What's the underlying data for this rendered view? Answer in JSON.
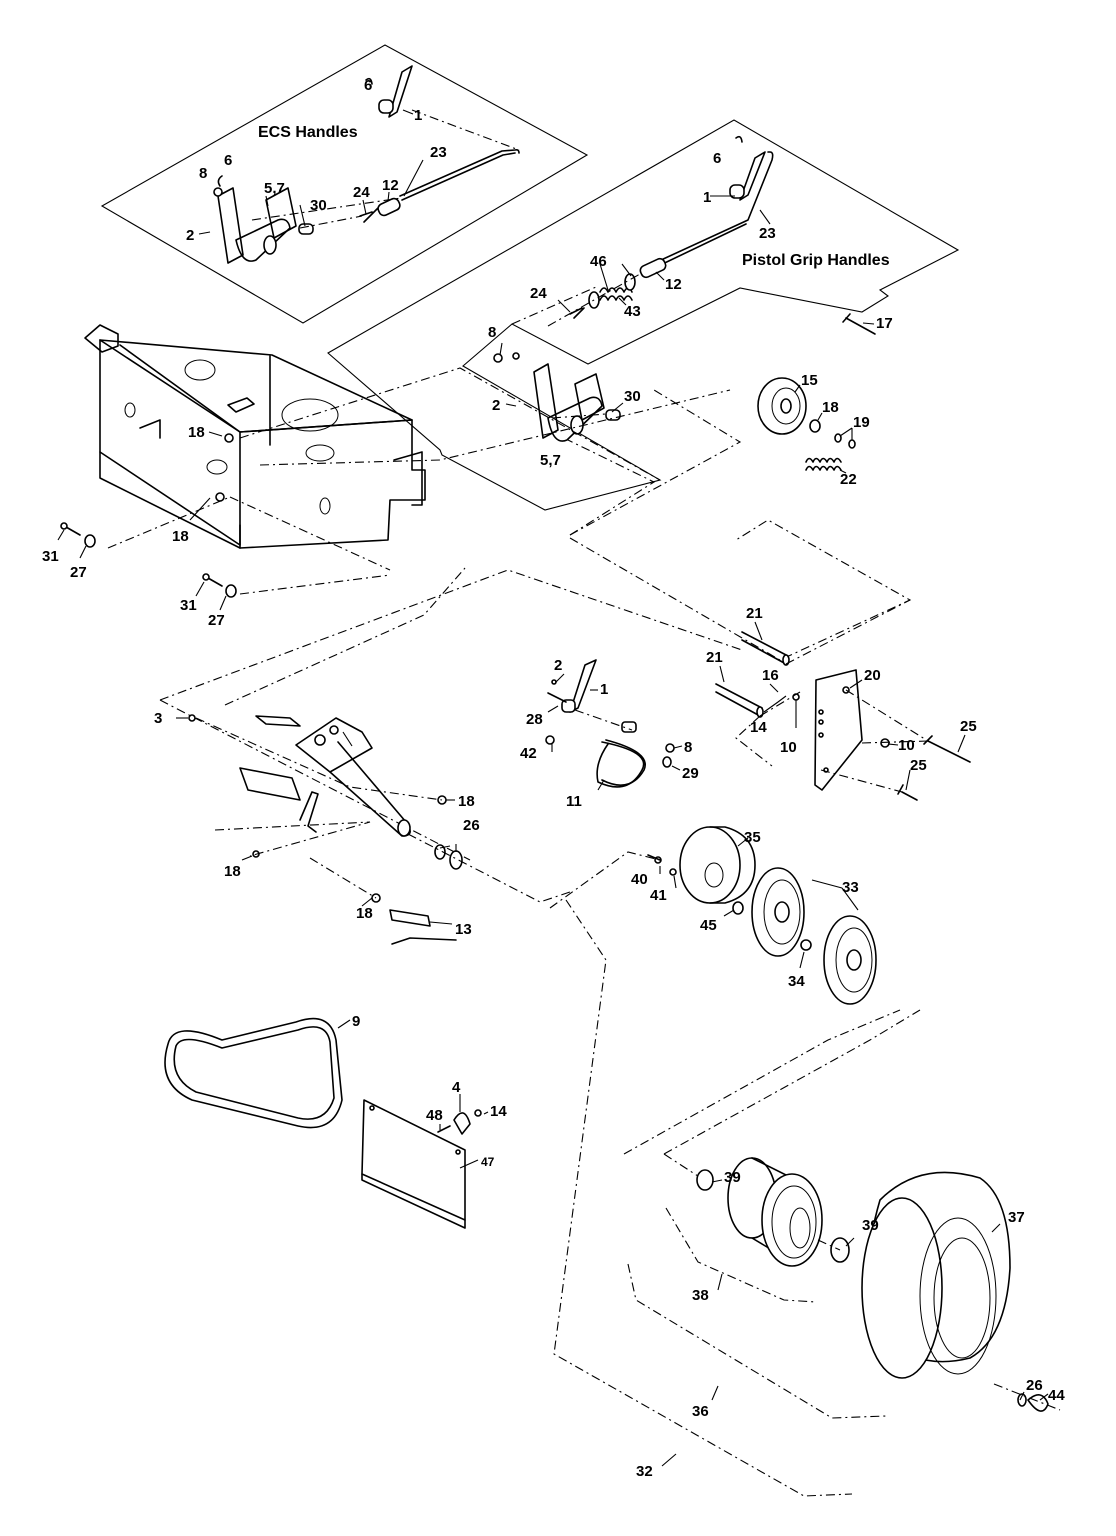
{
  "titles": {
    "ecs_handles": "ECS Handles",
    "pistol_grip_handles": "Pistol Grip Handles"
  },
  "callouts": [
    {
      "id": "ecs-1",
      "text": "1"
    },
    {
      "id": "ecs-2",
      "text": "2"
    },
    {
      "id": "ecs-5-7",
      "text": "5,7"
    },
    {
      "id": "ecs-6a",
      "text": "6"
    },
    {
      "id": "ecs-6b",
      "text": "6"
    },
    {
      "id": "ecs-8",
      "text": "8"
    },
    {
      "id": "ecs-12",
      "text": "12"
    },
    {
      "id": "ecs-23",
      "text": "23"
    },
    {
      "id": "ecs-24",
      "text": "24"
    },
    {
      "id": "ecs-30",
      "text": "30"
    },
    {
      "id": "pg-1",
      "text": "1"
    },
    {
      "id": "pg-6",
      "text": "6"
    },
    {
      "id": "pg-23",
      "text": "23"
    },
    {
      "id": "pg-46",
      "text": "46"
    },
    {
      "id": "pg-12",
      "text": "12"
    },
    {
      "id": "pg-24",
      "text": "24"
    },
    {
      "id": "pg-43",
      "text": "43"
    },
    {
      "id": "pg-8",
      "text": "8"
    },
    {
      "id": "pg-2",
      "text": "2"
    },
    {
      "id": "pg-30",
      "text": "30"
    },
    {
      "id": "pg-5-7",
      "text": "5,7"
    },
    {
      "id": "p-17",
      "text": "17"
    },
    {
      "id": "p-15",
      "text": "15"
    },
    {
      "id": "p-18-pulley",
      "text": "18"
    },
    {
      "id": "p-19",
      "text": "19"
    },
    {
      "id": "p-22",
      "text": "22"
    },
    {
      "id": "frame-18a",
      "text": "18"
    },
    {
      "id": "frame-18b",
      "text": "18"
    },
    {
      "id": "frame-31a",
      "text": "31"
    },
    {
      "id": "frame-27a",
      "text": "27"
    },
    {
      "id": "frame-31b",
      "text": "31"
    },
    {
      "id": "frame-27b",
      "text": "27"
    },
    {
      "id": "p-21a",
      "text": "21"
    },
    {
      "id": "p-21b",
      "text": "21"
    },
    {
      "id": "p-16",
      "text": "16"
    },
    {
      "id": "p-20",
      "text": "20"
    },
    {
      "id": "p-14a",
      "text": "14"
    },
    {
      "id": "p-10a",
      "text": "10"
    },
    {
      "id": "p-10b",
      "text": "10"
    },
    {
      "id": "p-25a",
      "text": "25"
    },
    {
      "id": "p-25b",
      "text": "25"
    },
    {
      "id": "brk-2",
      "text": "2"
    },
    {
      "id": "brk-1",
      "text": "1"
    },
    {
      "id": "brk-28",
      "text": "28"
    },
    {
      "id": "brk-42",
      "text": "42"
    },
    {
      "id": "brk-8",
      "text": "8"
    },
    {
      "id": "brk-29",
      "text": "29"
    },
    {
      "id": "brk-11",
      "text": "11"
    },
    {
      "id": "arm-3",
      "text": "3"
    },
    {
      "id": "arm-18a",
      "text": "18"
    },
    {
      "id": "arm-18b",
      "text": "18"
    },
    {
      "id": "arm-18c",
      "text": "18"
    },
    {
      "id": "arm-18d",
      "text": "18"
    },
    {
      "id": "arm-26",
      "text": "26"
    },
    {
      "id": "arm-13",
      "text": "13"
    },
    {
      "id": "p-35",
      "text": "35"
    },
    {
      "id": "p-40",
      "text": "40"
    },
    {
      "id": "p-41",
      "text": "41"
    },
    {
      "id": "p-33",
      "text": "33"
    },
    {
      "id": "p-45",
      "text": "45"
    },
    {
      "id": "p-34",
      "text": "34"
    },
    {
      "id": "p-9",
      "text": "9"
    },
    {
      "id": "p-4",
      "text": "4"
    },
    {
      "id": "p-48",
      "text": "48"
    },
    {
      "id": "p-14b",
      "text": "14"
    },
    {
      "id": "p-47",
      "text": "47"
    },
    {
      "id": "whl-39a",
      "text": "39"
    },
    {
      "id": "whl-39b",
      "text": "39"
    },
    {
      "id": "whl-37",
      "text": "37"
    },
    {
      "id": "whl-38",
      "text": "38"
    },
    {
      "id": "whl-36",
      "text": "36"
    },
    {
      "id": "whl-26",
      "text": "26"
    },
    {
      "id": "whl-44",
      "text": "44"
    },
    {
      "id": "whl-32",
      "text": "32"
    }
  ]
}
